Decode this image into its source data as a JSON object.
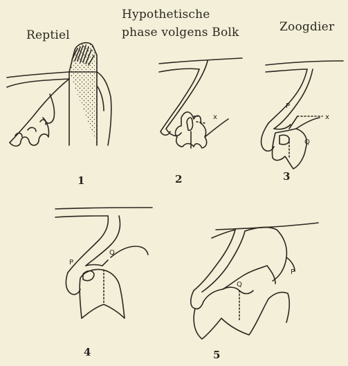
{
  "headings": {
    "reptile": "Reptiel",
    "hypothetical_line1": "Hypothetische",
    "hypothetical_line2": "phase volgens Bolk",
    "mammal": "Zoogdier"
  },
  "figures": [
    {
      "number": "1"
    },
    {
      "number": "2",
      "labels": [
        "x"
      ]
    },
    {
      "number": "3",
      "labels": [
        "P",
        "x",
        "Q"
      ]
    },
    {
      "number": "4",
      "labels": [
        "P",
        "Q"
      ]
    },
    {
      "number": "5",
      "labels": [
        "Q",
        "P"
      ]
    }
  ],
  "colors": {
    "paper": "#f3efd8",
    "ink": "#2a2620"
  }
}
